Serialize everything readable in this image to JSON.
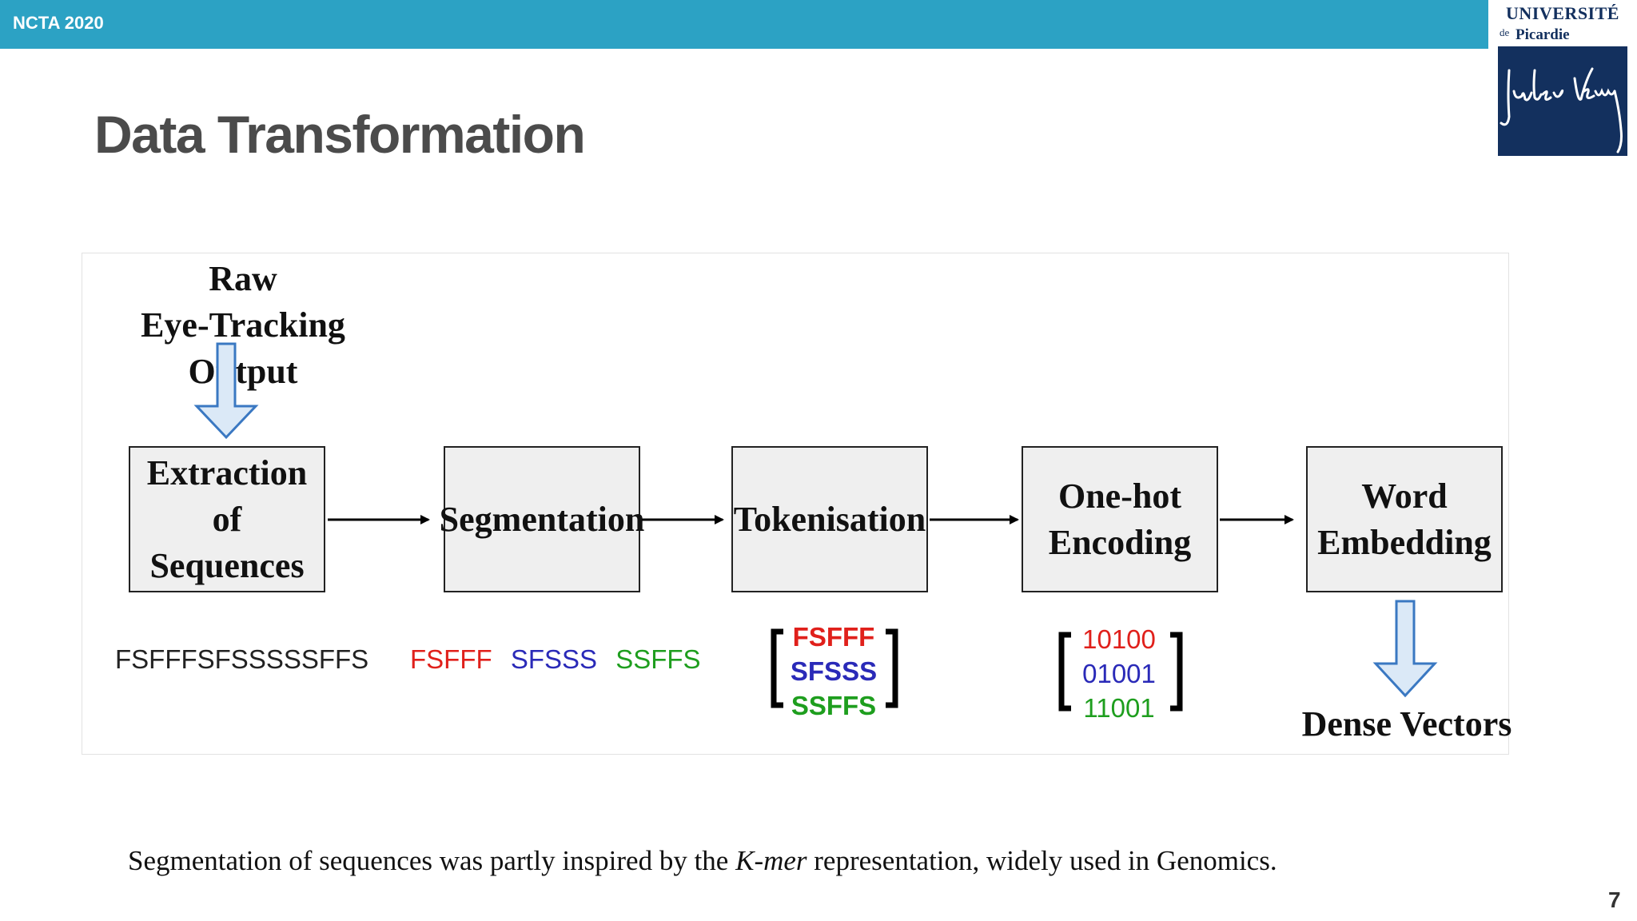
{
  "header": {
    "conference": "NCTA 2020",
    "logo": {
      "university": "UNIVERSITÉ",
      "de": "de",
      "region": "Picardie",
      "signature": "Jules Verne",
      "color": "#13305e"
    },
    "bar_color": "#2ca2c4"
  },
  "slide": {
    "title": "Data Transformation",
    "page_number": "7"
  },
  "diagram": {
    "input_label": [
      "Raw",
      "Eye-Tracking Output"
    ],
    "stages": [
      {
        "id": "extraction",
        "lines": [
          "Extraction of",
          "Sequences"
        ]
      },
      {
        "id": "segmentation",
        "lines": [
          "Segmentation"
        ]
      },
      {
        "id": "tokenisation",
        "lines": [
          "Tokenisation"
        ]
      },
      {
        "id": "onehot",
        "lines": [
          "One-hot",
          "Encoding"
        ]
      },
      {
        "id": "embedding",
        "lines": [
          "Word",
          "Embedding"
        ]
      }
    ],
    "raw_sequence": "FSFFFSFSSSSSFFS",
    "segments": [
      {
        "text": "FSFFF",
        "color": "#e0201b"
      },
      {
        "text": "SFSSS",
        "color": "#2a2ab8"
      },
      {
        "text": "SSFFS",
        "color": "#1e9e1e"
      }
    ],
    "tokens": [
      {
        "text": "FSFFF",
        "color": "#e0201b"
      },
      {
        "text": "SFSSS",
        "color": "#2a2ab8"
      },
      {
        "text": "SSFFS",
        "color": "#1e9e1e"
      }
    ],
    "onehot_vectors": [
      {
        "text": "10100",
        "color": "#e0201b"
      },
      {
        "text": "01001",
        "color": "#2a2ab8"
      },
      {
        "text": "11001",
        "color": "#1e9e1e"
      }
    ],
    "output_label": "Dense Vectors",
    "arrow_fill": "#dbe9f7",
    "arrow_stroke": "#3a78c2"
  },
  "footnote": {
    "before": "Segmentation of sequences was partly inspired by the ",
    "term": "K-mer",
    "after": " representation, widely used in Genomics."
  }
}
